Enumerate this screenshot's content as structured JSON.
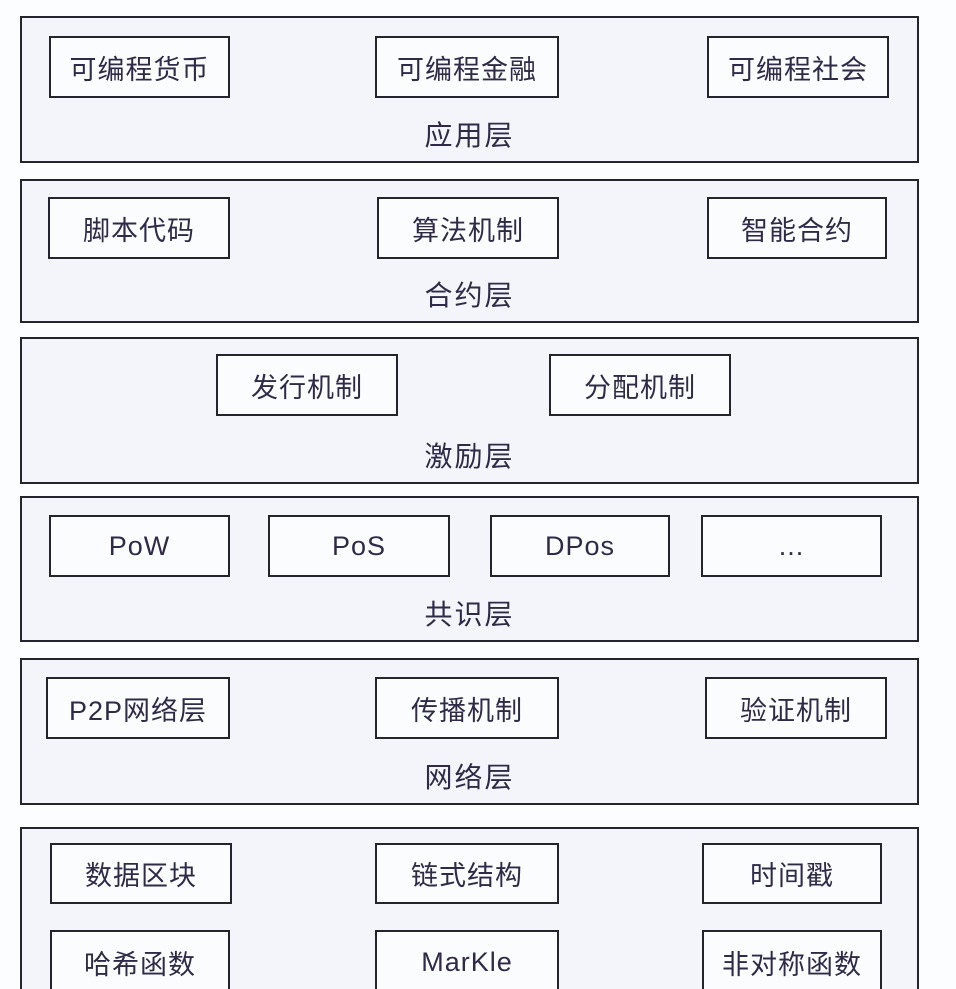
{
  "diagram": {
    "colors": {
      "border": "#24242f",
      "layer_background": "#f3f5fa",
      "box_background": "#fbfcfe",
      "text": "#2e2a47",
      "page_background": "#fcfdfe"
    },
    "layers": [
      {
        "name": "应用层",
        "boxes": [
          "可编程货币",
          "可编程金融",
          "可编程社会"
        ]
      },
      {
        "name": "合约层",
        "boxes": [
          "脚本代码",
          "算法机制",
          "智能合约"
        ]
      },
      {
        "name": "激励层",
        "boxes": [
          "发行机制",
          "分配机制"
        ]
      },
      {
        "name": "共识层",
        "boxes": [
          "PoW",
          "PoS",
          "DPos",
          "..."
        ]
      },
      {
        "name": "网络层",
        "boxes": [
          "P2P网络层",
          "传播机制",
          "验证机制"
        ]
      },
      {
        "name": "",
        "boxes": [
          "数据区块",
          "链式结构",
          "时间戳",
          "哈希函数",
          "MarKle",
          "非对称函数"
        ]
      }
    ]
  }
}
